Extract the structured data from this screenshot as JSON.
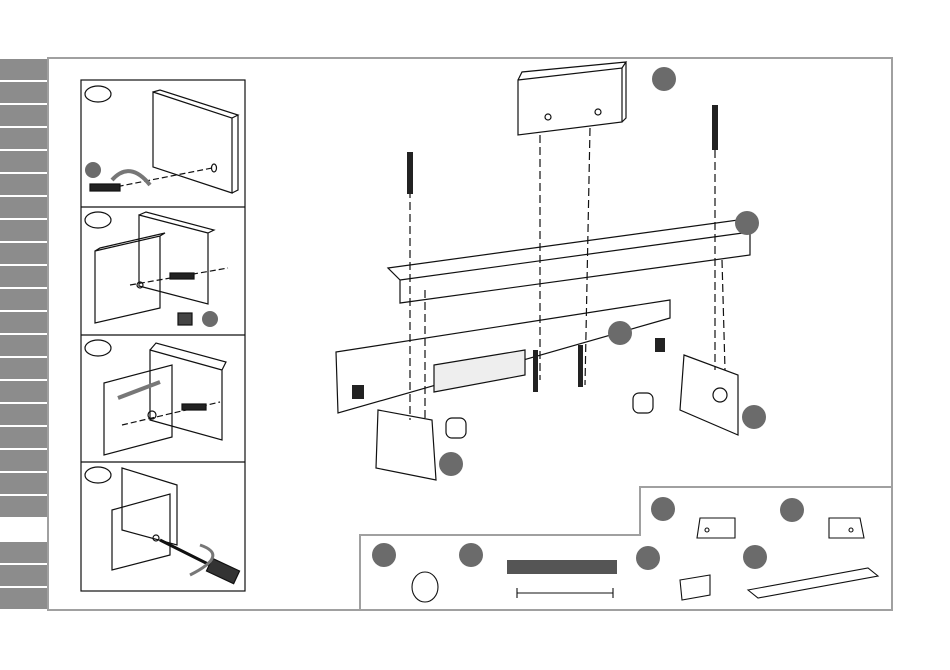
{
  "colors": {
    "sidebar": "#8c8c8c",
    "frame": "#a0a0a0",
    "marker": "#6b6b6b",
    "line": "#1a1a1a"
  },
  "sidebar": {
    "tab_count": 24,
    "active_tab_index": 20
  },
  "steps": {
    "count": 4
  },
  "parts": {
    "count": 6
  }
}
